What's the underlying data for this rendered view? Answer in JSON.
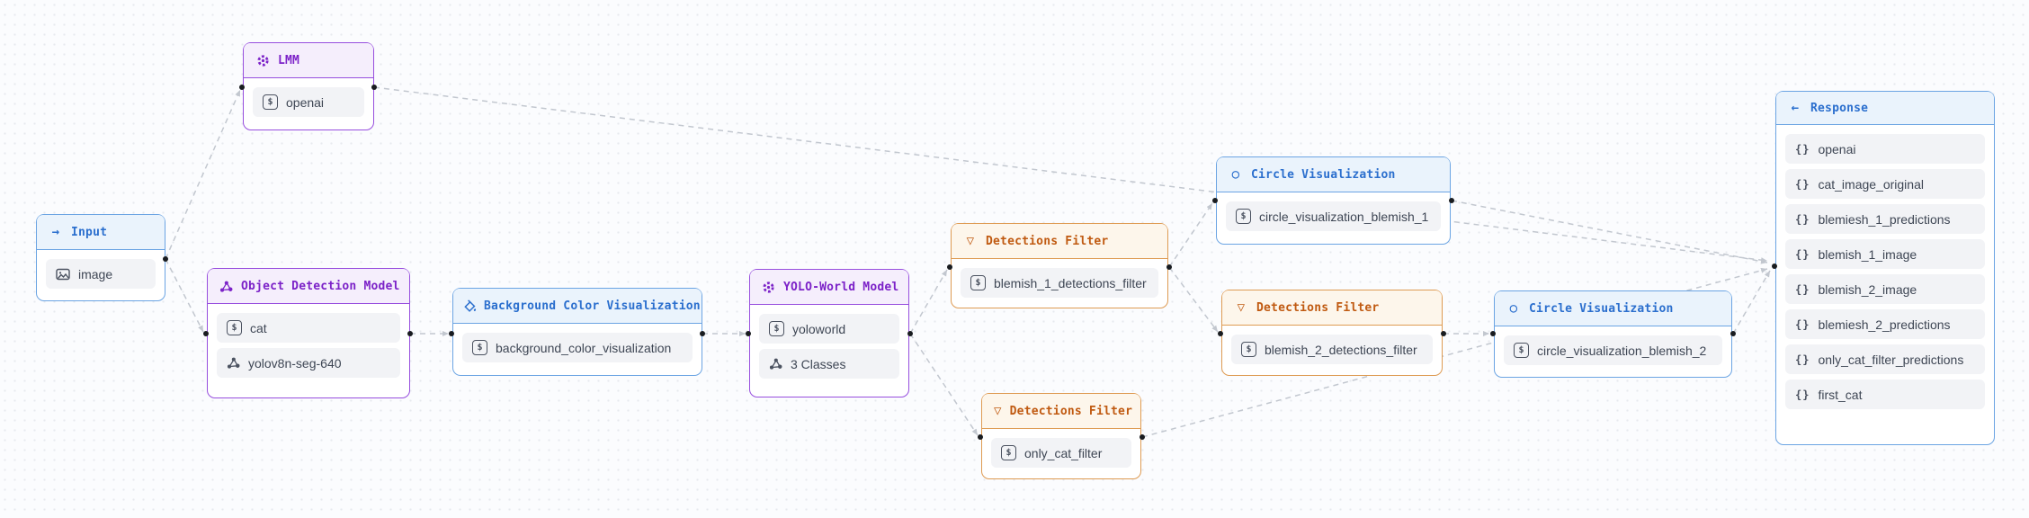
{
  "canvas": {
    "background": "#fbfcfe",
    "edge_color": "#c2c7cf",
    "port_color": "#191c20",
    "accent_purple": "#7c22c8",
    "accent_blue": "#2b6fce",
    "accent_orange": "#c05a11"
  },
  "nodes": [
    {
      "id": "lmm",
      "theme": "purple",
      "icon": "gear-icon",
      "title": "LMM",
      "rows": [
        {
          "icon": "parameter-icon",
          "label": "openai"
        }
      ]
    },
    {
      "id": "input",
      "theme": "blue",
      "icon": "arrow-right-icon",
      "title": "Input",
      "rows": [
        {
          "icon": "image-icon",
          "label": "image"
        }
      ]
    },
    {
      "id": "object-detection-model",
      "theme": "purple",
      "icon": "molecule-icon",
      "title": "Object Detection Model",
      "rows": [
        {
          "icon": "parameter-icon",
          "label": "cat"
        },
        {
          "icon": "molecule-icon",
          "label": "yolov8n-seg-640"
        }
      ]
    },
    {
      "id": "background-color-visualization",
      "theme": "blue",
      "icon": "paint-bucket-icon",
      "title": "Background Color Visualization",
      "rows": [
        {
          "icon": "parameter-icon",
          "label": "background_color_visualization"
        }
      ]
    },
    {
      "id": "yolo-world-model",
      "theme": "purple",
      "icon": "gear-icon",
      "title": "YOLO-World Model",
      "rows": [
        {
          "icon": "parameter-icon",
          "label": "yoloworld"
        },
        {
          "icon": "molecule-icon",
          "label": "3 Classes"
        }
      ]
    },
    {
      "id": "detections-filter-blemish-1",
      "theme": "orange",
      "icon": "funnel-icon",
      "title": "Detections Filter",
      "rows": [
        {
          "icon": "parameter-icon",
          "label": "blemish_1_detections_filter"
        }
      ]
    },
    {
      "id": "circle-visualization-blemish-1",
      "theme": "blue",
      "icon": "circle-icon",
      "title": "Circle Visualization",
      "rows": [
        {
          "icon": "parameter-icon",
          "label": "circle_visualization_blemish_1"
        }
      ]
    },
    {
      "id": "detections-filter-blemish-2",
      "theme": "orange",
      "icon": "funnel-icon",
      "title": "Detections Filter",
      "rows": [
        {
          "icon": "parameter-icon",
          "label": "blemish_2_detections_filter"
        }
      ]
    },
    {
      "id": "circle-visualization-blemish-2",
      "theme": "blue",
      "icon": "circle-icon",
      "title": "Circle Visualization",
      "rows": [
        {
          "icon": "parameter-icon",
          "label": "circle_visualization_blemish_2"
        }
      ]
    },
    {
      "id": "detections-filter-only-cat",
      "theme": "orange",
      "icon": "funnel-icon",
      "title": "Detections Filter",
      "rows": [
        {
          "icon": "parameter-icon",
          "label": "only_cat_filter"
        }
      ]
    },
    {
      "id": "response",
      "theme": "blue",
      "icon": "arrow-left-icon",
      "title": "Response",
      "rows": [
        {
          "icon": "braces-icon",
          "label": "openai"
        },
        {
          "icon": "braces-icon",
          "label": "cat_image_original"
        },
        {
          "icon": "braces-icon",
          "label": "blemiesh_1_predictions"
        },
        {
          "icon": "braces-icon",
          "label": "blemish_1_image"
        },
        {
          "icon": "braces-icon",
          "label": "blemish_2_image"
        },
        {
          "icon": "braces-icon",
          "label": "blemiesh_2_predictions"
        },
        {
          "icon": "braces-icon",
          "label": "only_cat_filter_predictions"
        },
        {
          "icon": "braces-icon",
          "label": "first_cat"
        }
      ]
    }
  ],
  "edges": [
    {
      "from": "input",
      "to": "lmm"
    },
    {
      "from": "input",
      "to": "object-detection-model"
    },
    {
      "from": "object-detection-model",
      "to": "background-color-visualization"
    },
    {
      "from": "background-color-visualization",
      "to": "yolo-world-model"
    },
    {
      "from": "yolo-world-model",
      "to": "detections-filter-blemish-1"
    },
    {
      "from": "yolo-world-model",
      "to": "detections-filter-only-cat"
    },
    {
      "from": "detections-filter-blemish-1",
      "to": "circle-visualization-blemish-1"
    },
    {
      "from": "detections-filter-blemish-1",
      "to": "detections-filter-blemish-2"
    },
    {
      "from": "detections-filter-blemish-2",
      "to": "circle-visualization-blemish-2"
    },
    {
      "from": "detections-filter-only-cat",
      "to": "response"
    },
    {
      "from": "circle-visualization-blemish-1",
      "to": "response"
    },
    {
      "from": "circle-visualization-blemish-2",
      "to": "response"
    },
    {
      "from": "lmm",
      "to": "response"
    }
  ]
}
